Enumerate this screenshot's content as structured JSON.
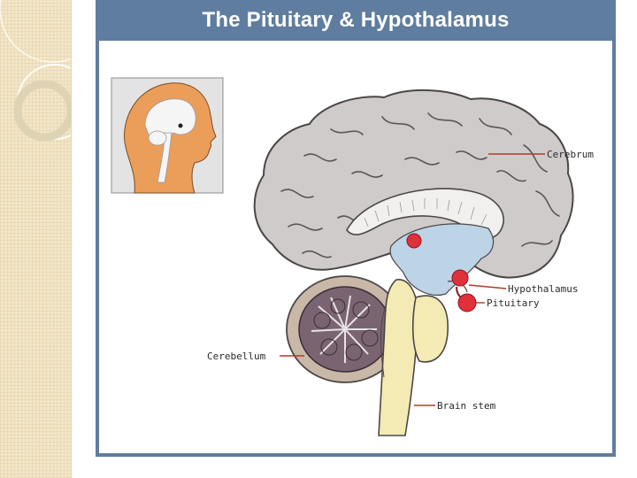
{
  "title": "The Pituitary & Hypothalamus",
  "labels": {
    "cerebrum": "Cerebrum",
    "hypothalamus": "Hypothalamus",
    "pituitary": "Pituitary",
    "cerebellum": "Cerebellum",
    "brain_stem": "Brain stem"
  },
  "colors": {
    "frame": "#5f7d9f",
    "cerebrum": "#cfcbcb",
    "ventricle": "#bdd3e6",
    "stem": "#f4eab3",
    "cerebellum": "#7a6472",
    "highlight": "#e0303a",
    "head": "#eb9e5a"
  }
}
